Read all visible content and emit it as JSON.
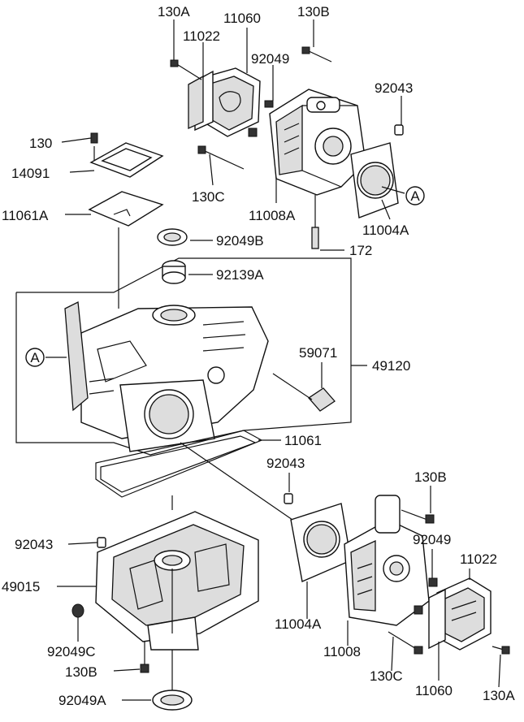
{
  "labels": {
    "l130A_top": "130A",
    "l11060_top": "11060",
    "l130B_top": "130B",
    "l11022_top": "11022",
    "l92049_top": "92049",
    "l92043_top": "92043",
    "l130": "130",
    "l14091": "14091",
    "l130C_top": "130C",
    "l11008A": "11008A",
    "l11004A_top": "11004A",
    "l11061A": "11061A",
    "l92049B": "92049B",
    "l172": "172",
    "l92139A": "92139A",
    "l59071": "59071",
    "l49120": "49120",
    "l11061": "11061",
    "l92043_mid": "92043",
    "l130B_bot": "130B",
    "l92043_left": "92043",
    "l92049_bot": "92049",
    "l11022_bot": "11022",
    "l49015": "49015",
    "l92049C": "92049C",
    "l11004A_bot": "11004A",
    "l11008": "11008",
    "l130B_left": "130B",
    "l130C_bot": "130C",
    "l11060_bot": "11060",
    "l130A_bot": "130A",
    "l92049A": "92049A",
    "callout_a": "A"
  }
}
